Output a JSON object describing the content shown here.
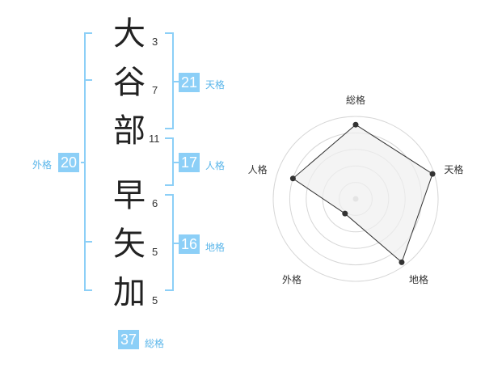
{
  "surname": [
    {
      "char": "大",
      "strokes": "3"
    },
    {
      "char": "谷",
      "strokes": "7"
    },
    {
      "char": "部",
      "strokes": "11"
    }
  ],
  "given": [
    {
      "char": "早",
      "strokes": "6"
    },
    {
      "char": "矢",
      "strokes": "5"
    },
    {
      "char": "加",
      "strokes": "5"
    }
  ],
  "tenkaku": {
    "value": "21",
    "label": "天格"
  },
  "jinkaku": {
    "value": "17",
    "label": "人格"
  },
  "chikaku": {
    "value": "16",
    "label": "地格"
  },
  "gaikaku": {
    "value": "20",
    "label": "外格"
  },
  "soukaku": {
    "value": "37",
    "label": "総格"
  },
  "chart_data": {
    "type": "radar",
    "axes": [
      "総格",
      "天格",
      "地格",
      "外格",
      "人格"
    ],
    "values": [
      0.9,
      0.98,
      0.95,
      0.22,
      0.8
    ],
    "rings": 5,
    "colors": {
      "fill": "#efefef",
      "stroke": "#333333",
      "grid": "#d6d6d6",
      "center": "#c8c8c8"
    }
  }
}
